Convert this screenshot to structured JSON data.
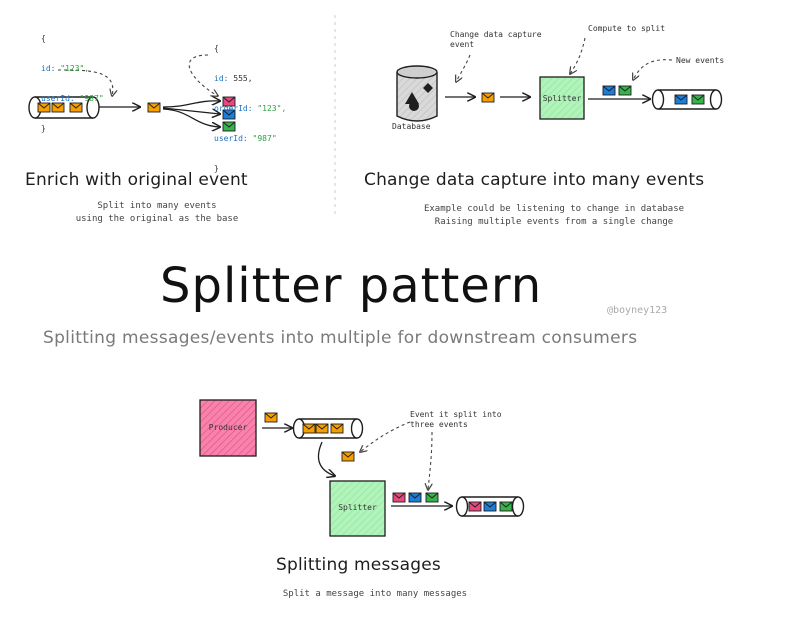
{
  "colors": {
    "ink": "#1e1e1e",
    "orange_event": "#f59f00",
    "pink_event": "#e64980",
    "blue_event": "#1c7ed6",
    "green_event": "#37b24d",
    "splitter_fill": "#b2f2bb",
    "producer_fill": "#f783ac",
    "database_fill": "#cfcfcf",
    "divider": "#cccccc"
  },
  "title": "Splitter pattern",
  "subtitle": "Splitting messages/events into multiple for downstream consumers",
  "credit": "@boyney123",
  "enrich": {
    "heading": "Enrich with original event",
    "description": "Split into many events\nusing the original as the base",
    "original_event": {
      "open": "{",
      "id_key": "id:",
      "id_value": "\"123\",",
      "user_key": "userId:",
      "user_value": "\"987\"",
      "close": "}"
    },
    "enriched_event": {
      "open": "{",
      "id_key": "id:",
      "id_value": "555,",
      "order_key": "orderId:",
      "order_value": "\"123\",",
      "user_key": "userId:",
      "user_value": "\"987\"",
      "close": "}"
    }
  },
  "cdc": {
    "heading": "Change data capture into many events",
    "description": "Example could be listening to change in database\nRaising multiple events from a single change",
    "label_change": "Change data capture\nevent",
    "label_compute": "Compute to split",
    "label_new_events": "New events",
    "database_label": "Database",
    "splitter_label": "Splitter"
  },
  "splitting": {
    "heading": "Splitting messages",
    "description": "Split a message into many messages",
    "producer_label": "Producer",
    "splitter_label": "Splitter",
    "annotation": "Event it split into\nthree events"
  }
}
